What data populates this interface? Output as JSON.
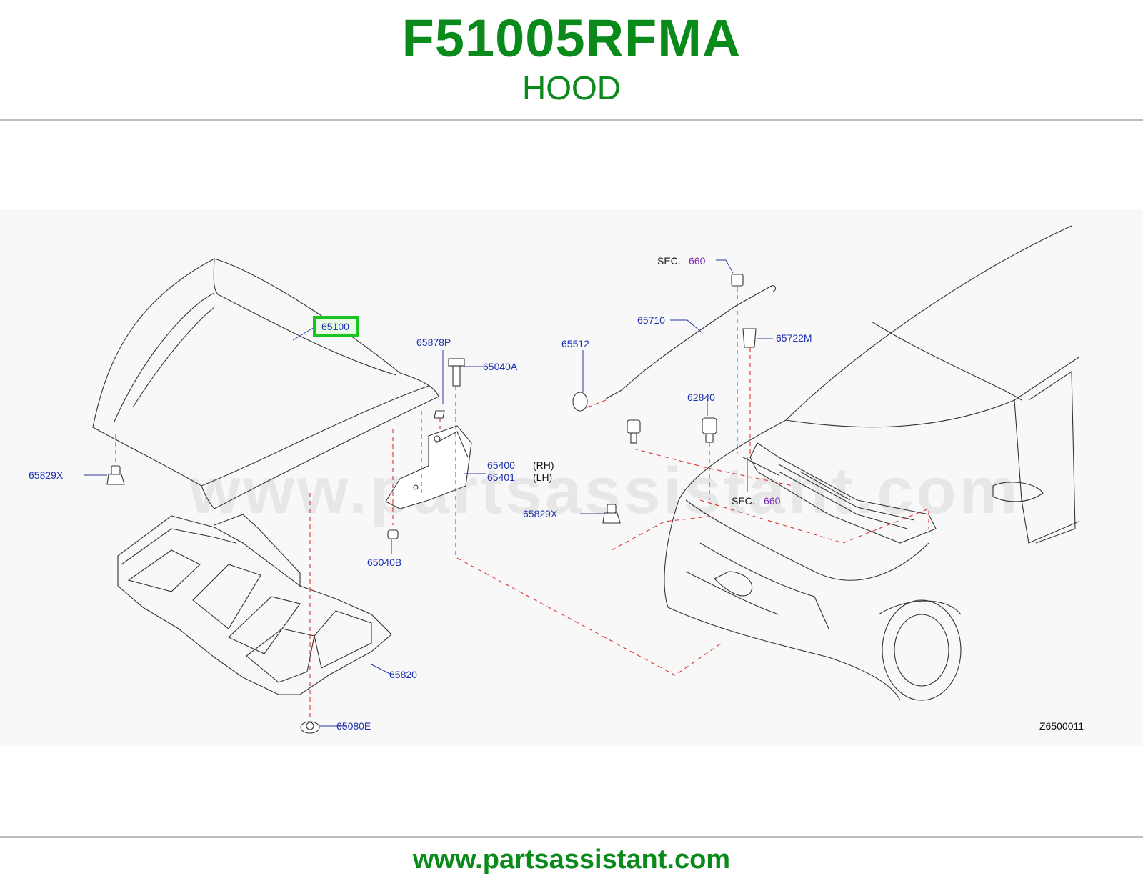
{
  "header": {
    "part_code": "F51005RFMA",
    "part_name": "HOOD"
  },
  "diagram": {
    "watermark": "www.partsassistant.com",
    "drawing_code": "Z6500011",
    "highlighted_part": "65100",
    "callouts": {
      "hood": "65100",
      "bumper_left": "65829X",
      "bumper_right": "65829X",
      "insulator": "65820",
      "clip": "65080E",
      "seal": "65878P",
      "bolt_a": "65040A",
      "nut_b": "65040B",
      "hinge_rh": "65400",
      "hinge_lh": "65401",
      "rh_note": "(RH)",
      "lh_note": "(LH)",
      "grommet": "65512",
      "hood_rod": "65710",
      "rod_clip": "65722M",
      "stay_clip": "62840",
      "sec_top_prefix": "SEC.",
      "sec_top_num": "660",
      "sec_bottom_prefix": "SEC.",
      "sec_bottom_num": "660"
    }
  },
  "footer": {
    "url": "www.partsassistant.com"
  }
}
